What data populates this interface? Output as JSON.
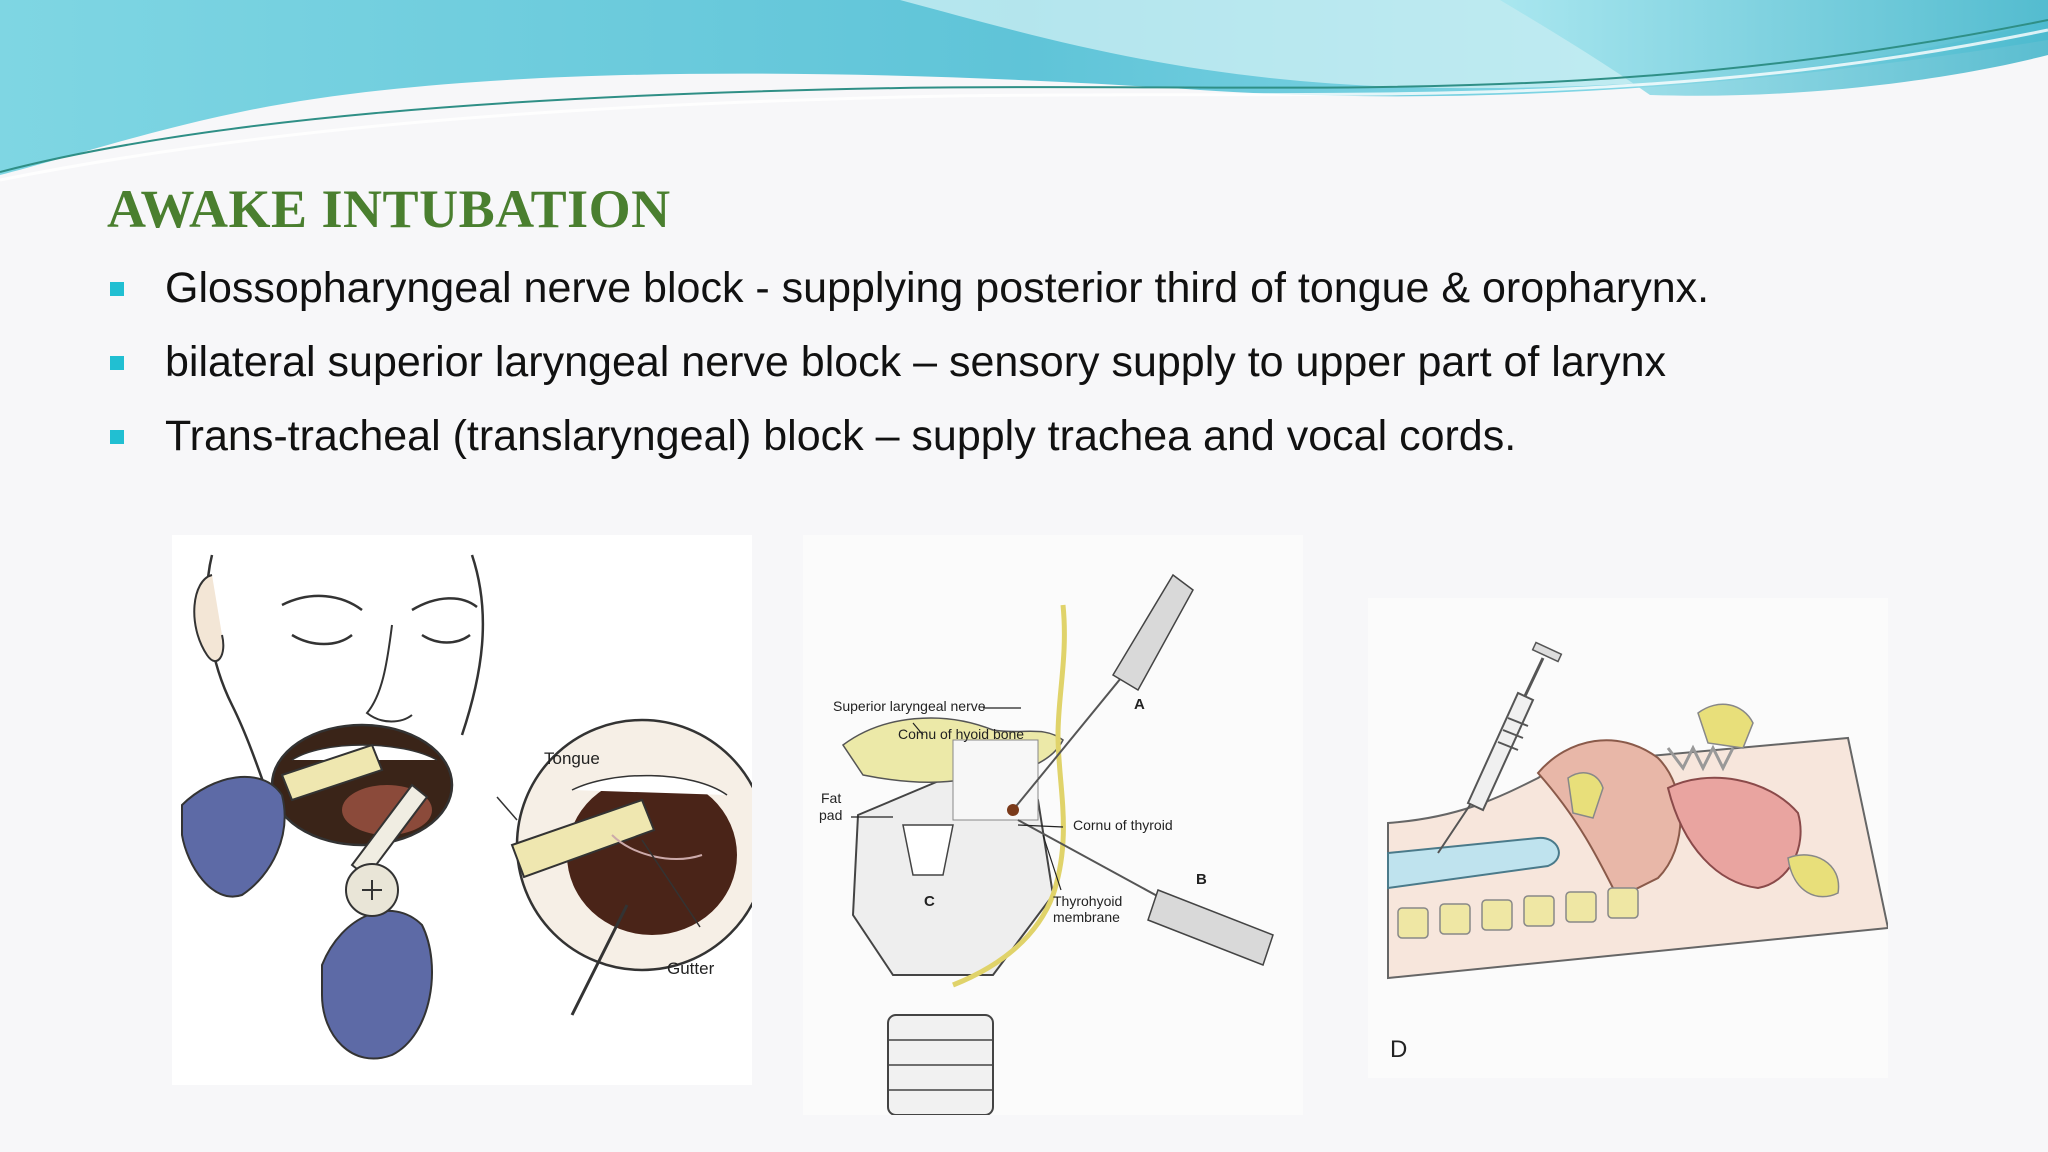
{
  "title": "AWAKE INTUBATION",
  "bullets": [
    "Glossopharyngeal nerve block - supplying posterior third of tongue & oropharynx.",
    "bilateral superior laryngeal nerve block –  sensory supply to upper part of larynx",
    "Trans-tracheal (translaryngeal) block – supply trachea and vocal cords."
  ],
  "figure1": {
    "tongue_label": "Tongue",
    "gutter_label": "Gutter"
  },
  "figure2": {
    "superior_laryngeal_nerve": "Superior laryngeal nerve",
    "cornu_hyoid": "Cornu of hyoid bone",
    "fat_pad_line1": "Fat",
    "fat_pad_line2": "pad",
    "cornu_thyroid": "Cornu of thyroid",
    "thyrohyoid_line1": "Thyrohyoid",
    "thyrohyoid_line2": "membrane",
    "letter_a": "A",
    "letter_b": "B",
    "letter_c": "C"
  },
  "figure3": {
    "letter_d": "D"
  },
  "colors": {
    "title": "#4a7f2f",
    "bullet_marker": "#21bfd2",
    "wave_light": "#9fe2ec",
    "wave_dark": "#2ea7bd"
  }
}
